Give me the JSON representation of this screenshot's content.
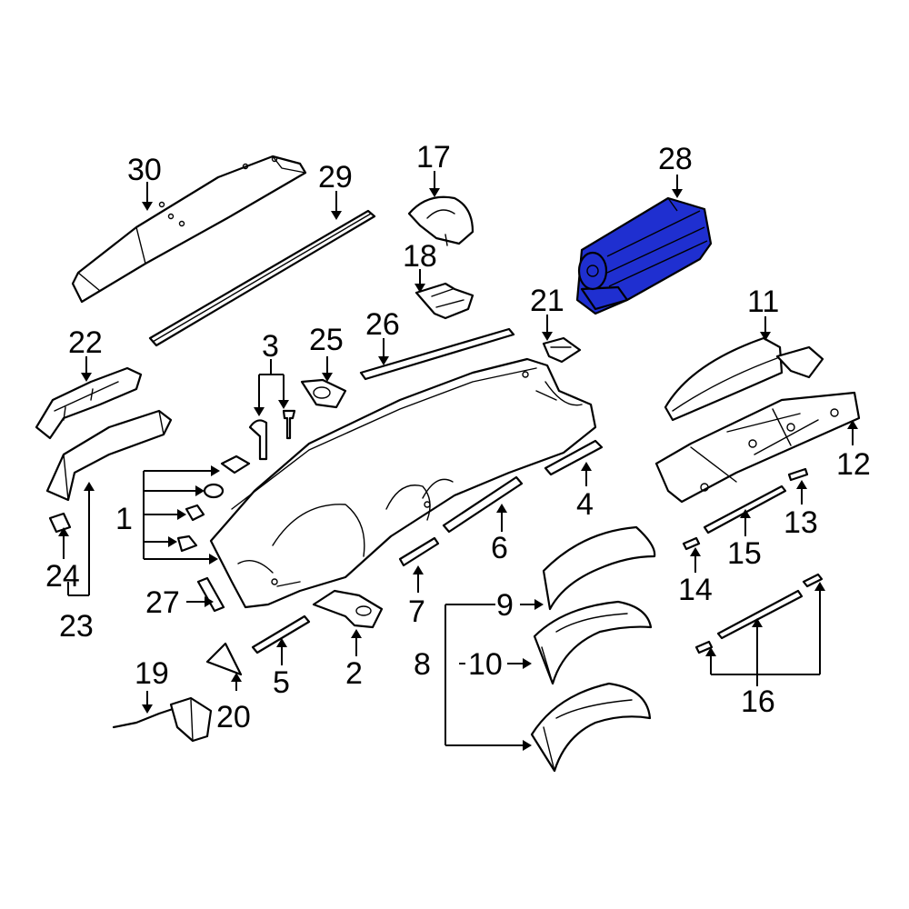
{
  "callouts": {
    "c1": "1",
    "c2": "2",
    "c3": "3",
    "c4": "4",
    "c5": "5",
    "c6": "6",
    "c7": "7",
    "c8": "8",
    "c9": "9",
    "c10": "10",
    "c11": "11",
    "c12": "12",
    "c13": "13",
    "c14": "14",
    "c15": "15",
    "c16": "16",
    "c17": "17",
    "c18": "18",
    "c19": "19",
    "c20": "20",
    "c21": "21",
    "c22": "22",
    "c23": "23",
    "c24": "24",
    "c25": "25",
    "c26": "26",
    "c27": "27",
    "c28": "28",
    "c29": "29",
    "c30": "30"
  },
  "colors": {
    "highlight": "#1f2fd0",
    "line": "#000000",
    "background": "#ffffff"
  },
  "highlighted_part": "28"
}
